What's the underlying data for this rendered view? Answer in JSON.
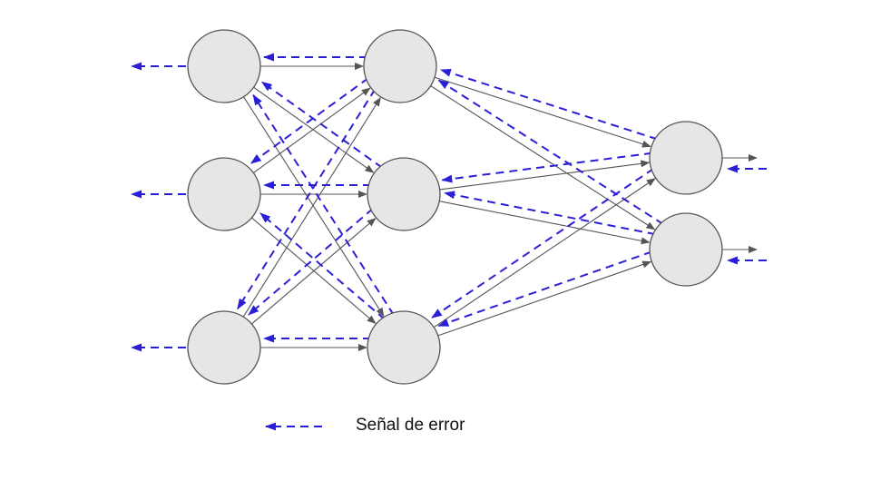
{
  "legend": {
    "label": "Señal de error"
  },
  "colors": {
    "node_fill": "#e6e6e6",
    "node_stroke": "#555555",
    "forward": "#555555",
    "error": "#2b1fd6"
  },
  "layers": {
    "input": [
      "input-neuron-1",
      "input-neuron-2",
      "input-neuron-3"
    ],
    "hidden": [
      "hidden-neuron-1",
      "hidden-neuron-2",
      "hidden-neuron-3"
    ],
    "output": [
      "output-neuron-1",
      "output-neuron-2"
    ]
  }
}
